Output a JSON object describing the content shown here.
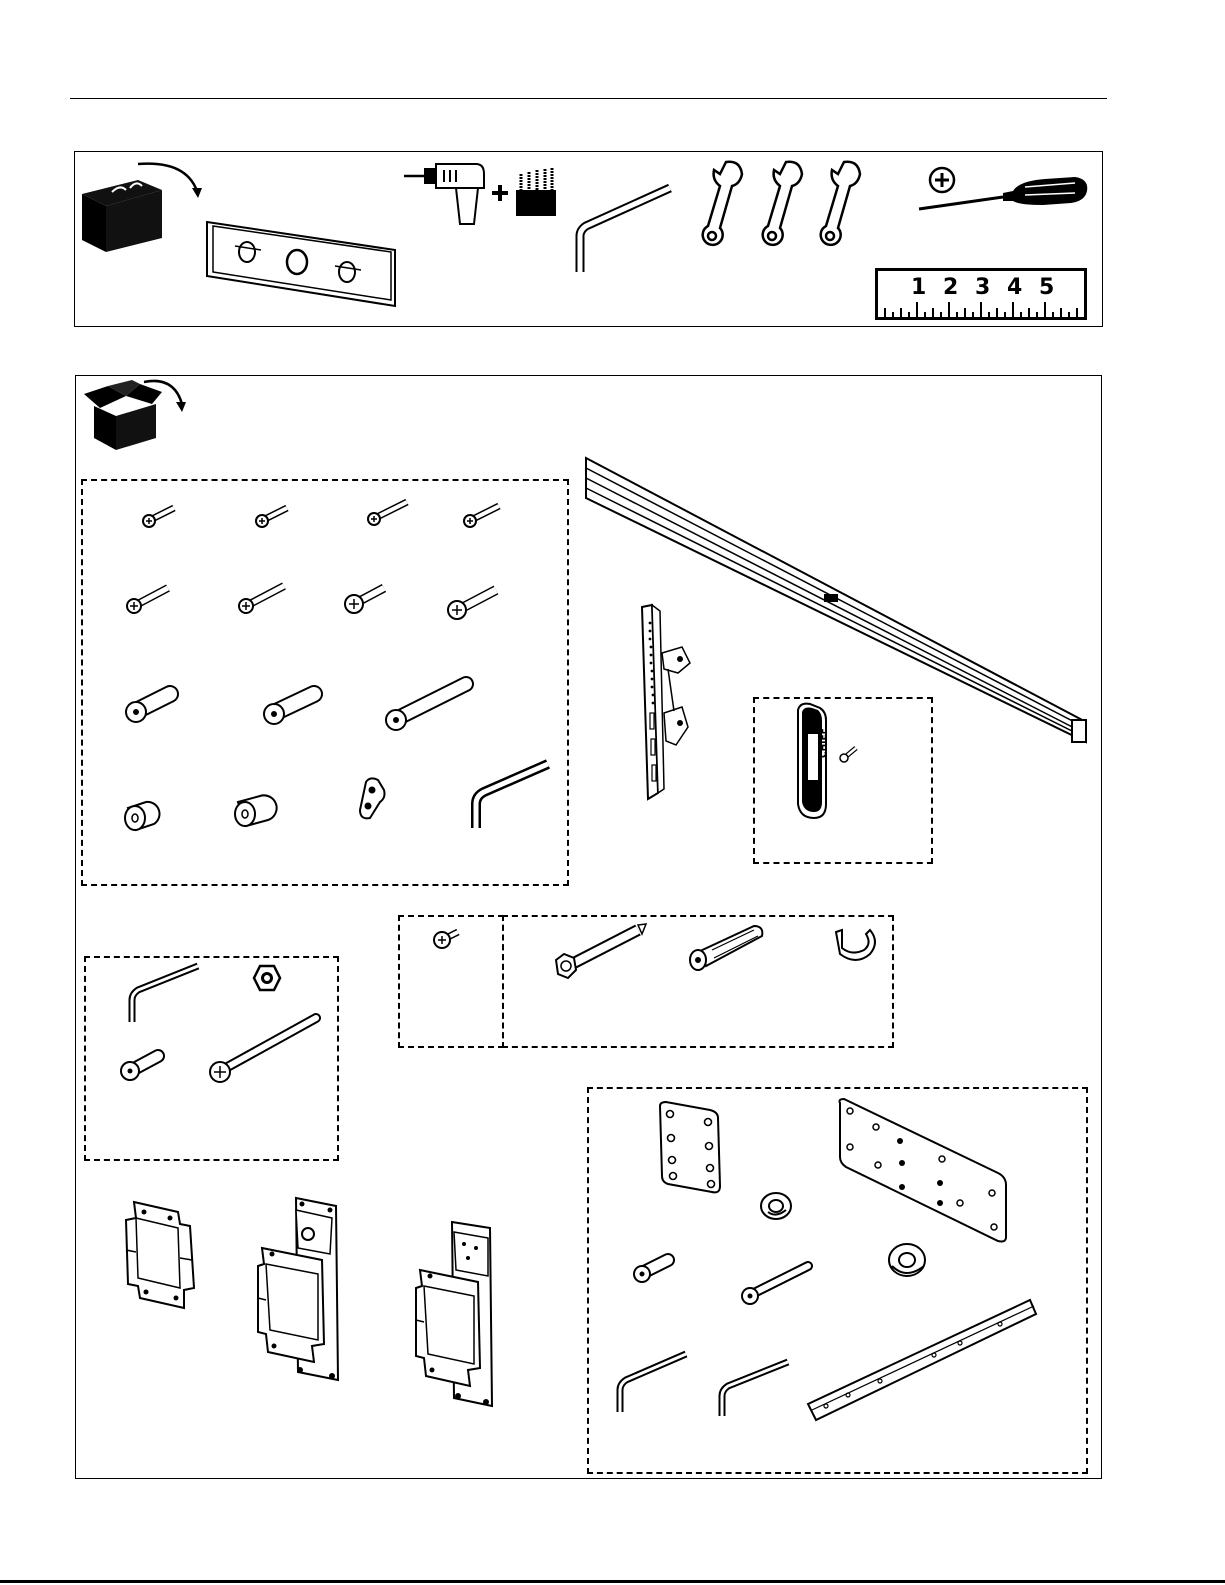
{
  "ruler": {
    "numbers": [
      "1",
      "2",
      "3",
      "4",
      "5"
    ]
  },
  "icons": {
    "toolbox": "toolbox-icon",
    "level": "spirit-level-icon",
    "drill": "drill-icon",
    "drill_bits": "drill-bits-icon",
    "hex_key": "hex-key-icon",
    "wrenches": "open-end-wrench-icon",
    "screwdriver": "phillips-screwdriver-icon",
    "tape": "ruler-icon",
    "box": "open-box-icon"
  }
}
